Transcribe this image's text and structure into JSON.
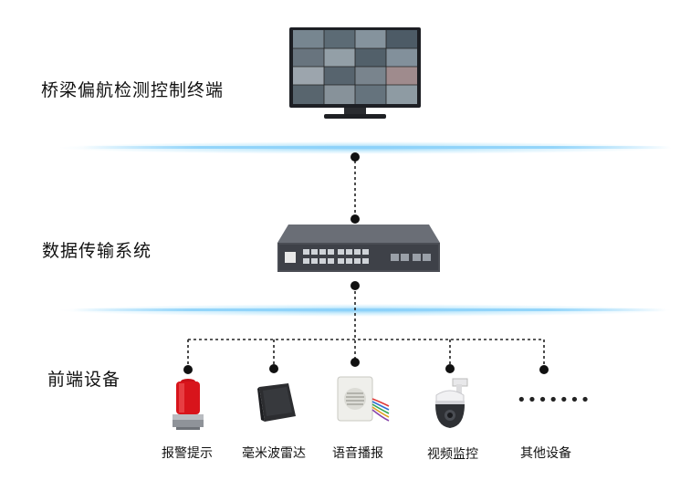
{
  "layers": {
    "terminal": "桥梁偏航检测控制终端",
    "transmission": "数据传输系统",
    "frontend": "前端设备"
  },
  "devices": [
    {
      "label": "报警提示",
      "icon": "alarm-light-icon"
    },
    {
      "label": "毫米波雷达",
      "icon": "radar-sensor-icon"
    },
    {
      "label": "语音播报",
      "icon": "speaker-icon"
    },
    {
      "label": "视频监控",
      "icon": "ptz-camera-icon"
    },
    {
      "label": "其他设备",
      "icon": "ellipsis-icon"
    }
  ],
  "colors": {
    "glow": "#8fd3f7",
    "alarm_red": "#d8141b",
    "switch_body": "#55585f"
  }
}
